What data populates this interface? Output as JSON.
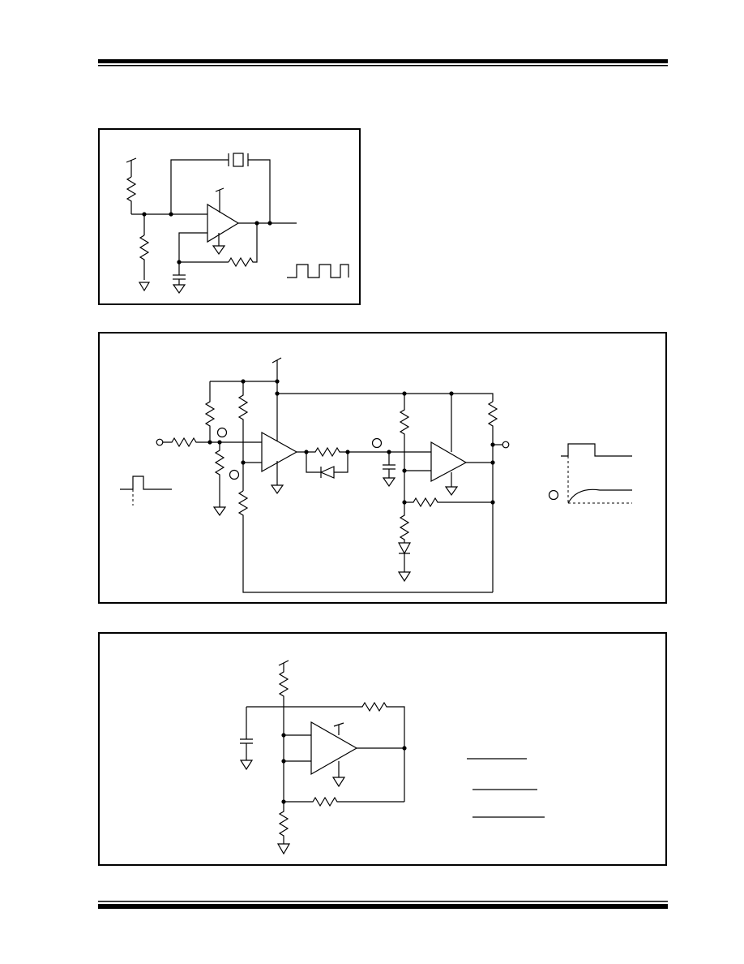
{
  "page": {
    "header_rule": "",
    "footer_rule": ""
  },
  "figures": [
    {
      "id": "oscillator",
      "description_text": ""
    },
    {
      "id": "pulse-stretcher",
      "description_text": ""
    },
    {
      "id": "window-comparator",
      "description_text": ""
    }
  ],
  "colors": {
    "ink": "#000000",
    "paper": "#ffffff"
  }
}
